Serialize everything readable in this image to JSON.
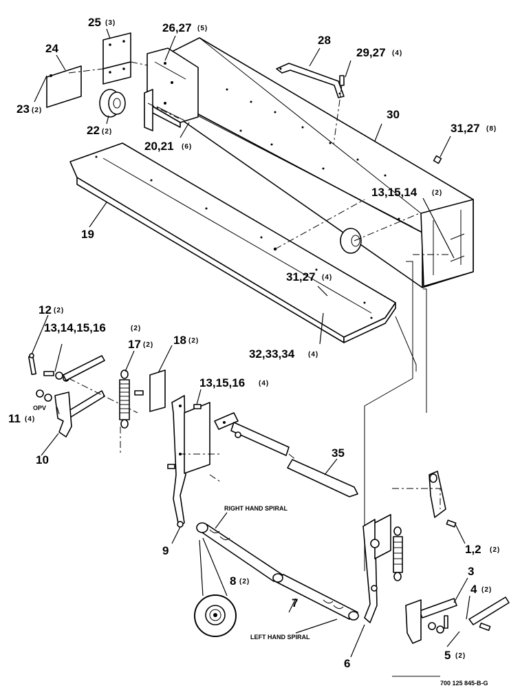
{
  "callouts": {
    "c25": {
      "num": "25",
      "qty": "(3)"
    },
    "c24": {
      "num": "24",
      "qty": ""
    },
    "c23": {
      "num": "23",
      "qty": "(2)"
    },
    "c22": {
      "num": "22",
      "qty": "(2)"
    },
    "c2627": {
      "num": "26,27",
      "qty": "(5)"
    },
    "c28": {
      "num": "28",
      "qty": ""
    },
    "c2927": {
      "num": "29,27",
      "qty": "(4)"
    },
    "c30": {
      "num": "30",
      "qty": ""
    },
    "c3127a": {
      "num": "31,27",
      "qty": "(8)"
    },
    "c2021": {
      "num": "20,21",
      "qty": "(6)"
    },
    "c19": {
      "num": "19",
      "qty": ""
    },
    "c131514": {
      "num": "13,15,14",
      "qty": "(2)"
    },
    "c3127b": {
      "num": "31,27",
      "qty": "(4)"
    },
    "c323334": {
      "num": "32,33,34",
      "qty": "(4)"
    },
    "c12": {
      "num": "12",
      "qty": "(2)"
    },
    "c13141516": {
      "num": "13,14,15,16",
      "qty": "(2)"
    },
    "c17": {
      "num": "17",
      "qty": "(2)"
    },
    "c18": {
      "num": "18",
      "qty": "(2)"
    },
    "c131516": {
      "num": "13,15,16",
      "qty": "(4)"
    },
    "c11": {
      "num": "11",
      "qty": "(4)"
    },
    "c10": {
      "num": "10",
      "qty": ""
    },
    "c35": {
      "num": "35",
      "qty": ""
    },
    "c9": {
      "num": "9",
      "qty": ""
    },
    "c8": {
      "num": "8",
      "qty": "(2)"
    },
    "c7": {
      "num": "7",
      "qty": ""
    },
    "c12b": {
      "num": "1,2",
      "qty": "(2)"
    },
    "c3": {
      "num": "3",
      "qty": ""
    },
    "c4": {
      "num": "4",
      "qty": "(2)"
    },
    "c5": {
      "num": "5",
      "qty": "(2)"
    },
    "c6": {
      "num": "6",
      "qty": ""
    }
  },
  "notes": {
    "opv": "OPV",
    "right_spiral": "RIGHT HAND SPIRAL",
    "left_spiral": "LEFT HAND SPIRAL",
    "drawing_number": "700 125 845-B-G"
  }
}
